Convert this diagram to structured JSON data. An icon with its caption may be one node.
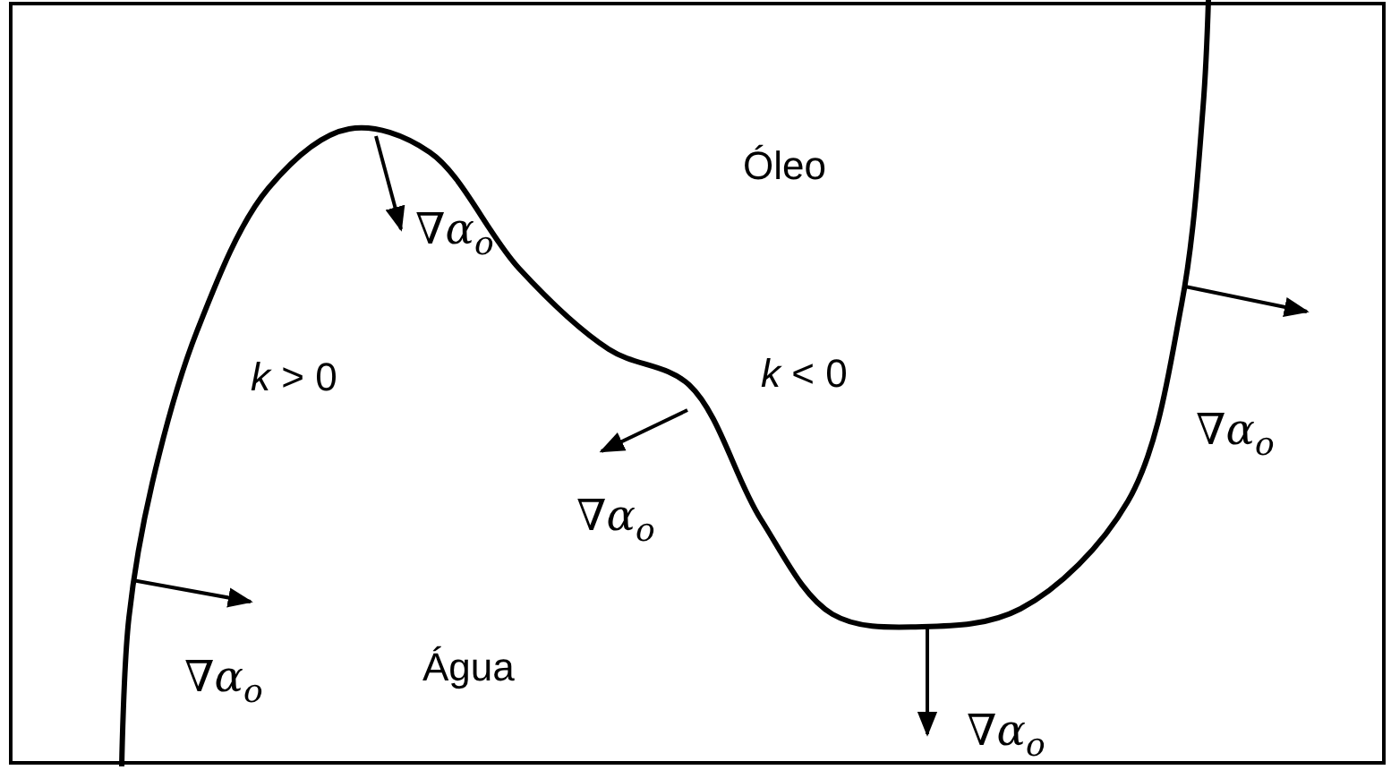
{
  "diagram": {
    "labels": [
      "Óleo",
      "∇*α*$_{o}$",
      "*k* > 0",
      "*k* < 0",
      "∇*α*$_{o}$",
      "∇*α*$_{o}$",
      "∇*α*$_{o}$",
      "Água",
      "∇*α*$_{o}$"
    ]
  }
}
